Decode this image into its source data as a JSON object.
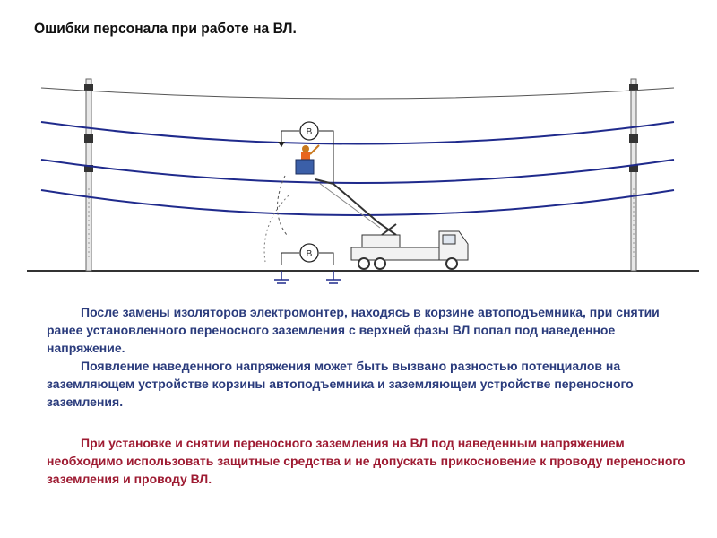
{
  "title": "Ошибки персонала при работе на ВЛ.",
  "diagram": {
    "meter_label": "В"
  },
  "paragraphs": {
    "p1": "После замены изоляторов электромонтер, находясь в корзине автоподъемника, при снятии ранее установленного переносного заземления с верхней фазы ВЛ попал под наведенное напряжение.",
    "p2": "Появление наведенного напряжения может быть вызвано разностью потенциалов на заземляющем устройстве корзины автоподъемника и заземляющем устройстве переносного заземления.",
    "p3": "При установке и снятии переносного заземления на ВЛ под наведенным напряжением необходимо использовать защитные средства и не допускать прикосновение к проводу переносного заземления и проводу ВЛ."
  },
  "colors": {
    "wire": "#1f2a8c",
    "text_blue": "#2a3b7c",
    "text_red": "#9e1b32"
  }
}
